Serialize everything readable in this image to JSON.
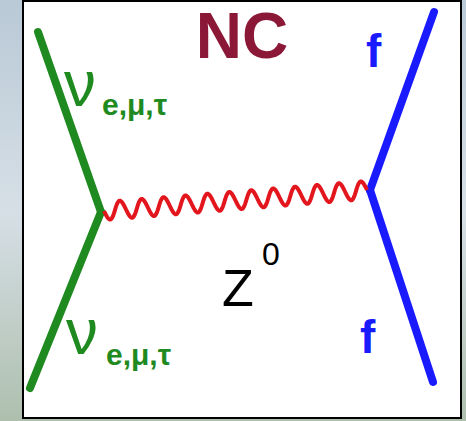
{
  "diagram": {
    "title": "NC",
    "labels": [
      "ν",
      "e,μ,τ",
      "f",
      "Z",
      "0",
      "ν",
      "e,μ,τ",
      "f"
    ]
  }
}
